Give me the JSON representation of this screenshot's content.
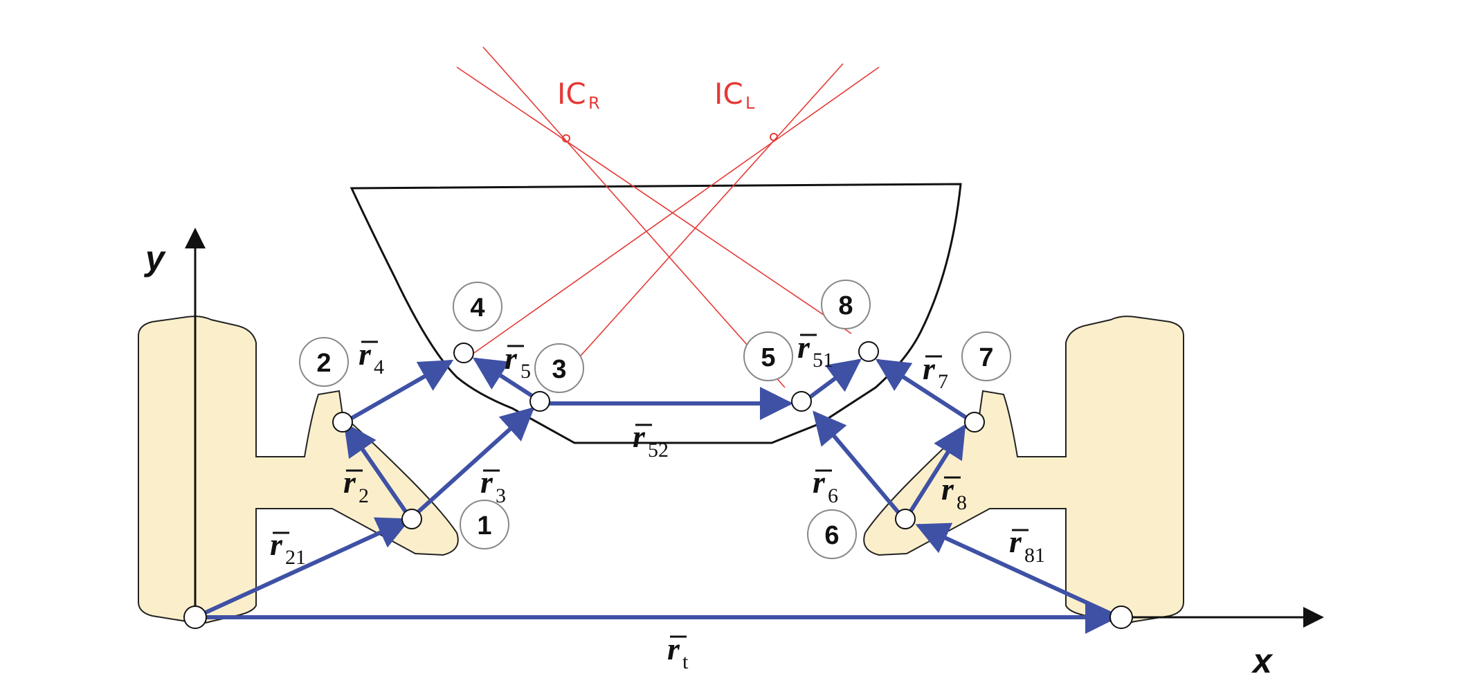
{
  "axes": {
    "x_label": "x",
    "y_label": "y"
  },
  "instant_centers": {
    "right": {
      "main": "IC",
      "sub": "R"
    },
    "left": {
      "main": "IC",
      "sub": "L"
    }
  },
  "joints": [
    {
      "id": "1",
      "label": "1"
    },
    {
      "id": "2",
      "label": "2"
    },
    {
      "id": "3",
      "label": "3"
    },
    {
      "id": "4",
      "label": "4"
    },
    {
      "id": "5",
      "label": "5"
    },
    {
      "id": "6",
      "label": "6"
    },
    {
      "id": "7",
      "label": "7"
    },
    {
      "id": "8",
      "label": "8"
    }
  ],
  "vectors": {
    "r2": {
      "symbol": "r",
      "sub": "2"
    },
    "r3": {
      "symbol": "r",
      "sub": "3"
    },
    "r4": {
      "symbol": "r",
      "sub": "4"
    },
    "r5": {
      "symbol": "r",
      "sub": "5"
    },
    "r6": {
      "symbol": "r",
      "sub": "6"
    },
    "r7": {
      "symbol": "r",
      "sub": "7"
    },
    "r8": {
      "symbol": "r",
      "sub": "8"
    },
    "r21": {
      "symbol": "r",
      "sub": "21"
    },
    "r51": {
      "symbol": "r",
      "sub": "51"
    },
    "r52": {
      "symbol": "r",
      "sub": "52"
    },
    "r81": {
      "symbol": "r",
      "sub": "81"
    },
    "rt": {
      "symbol": "r",
      "sub": "t"
    }
  },
  "colors": {
    "vector": "#3f51a5",
    "wheel_fill": "#fbefcb",
    "construction": "#e53935",
    "outline": "#111111"
  }
}
